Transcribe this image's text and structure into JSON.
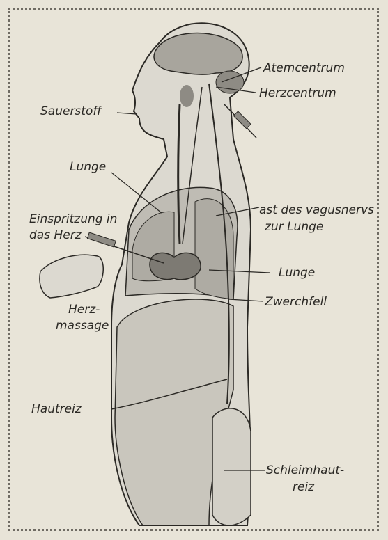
{
  "labels": {
    "atemcentrum": "Atemcentrum",
    "herzcentrum": "Herzcentrum",
    "sauerstoff": "Sauerstoff",
    "lunge_top": "Lunge",
    "vagus_line1": "ast des vagusnervs",
    "vagus_line2": "zur Lunge",
    "einspritzung_line1": "Einspritzung in",
    "einspritzung_line2": "das Herz",
    "lunge_right": "Lunge",
    "zwerchfell": "Zwerchfell",
    "herzmassage_line1": "Herz-",
    "herzmassage_line2": "massage",
    "hautreiz": "Hautreiz",
    "schleimhaut_line1": "Schleimhaut-",
    "schleimhaut_line2": "reiz"
  },
  "colors": {
    "background": "#e8e4d8",
    "body_fill": "#d9d6cd",
    "organ_fill": "#bdbab2",
    "dark_fill": "#9f9b93",
    "line": "#2b2925"
  }
}
